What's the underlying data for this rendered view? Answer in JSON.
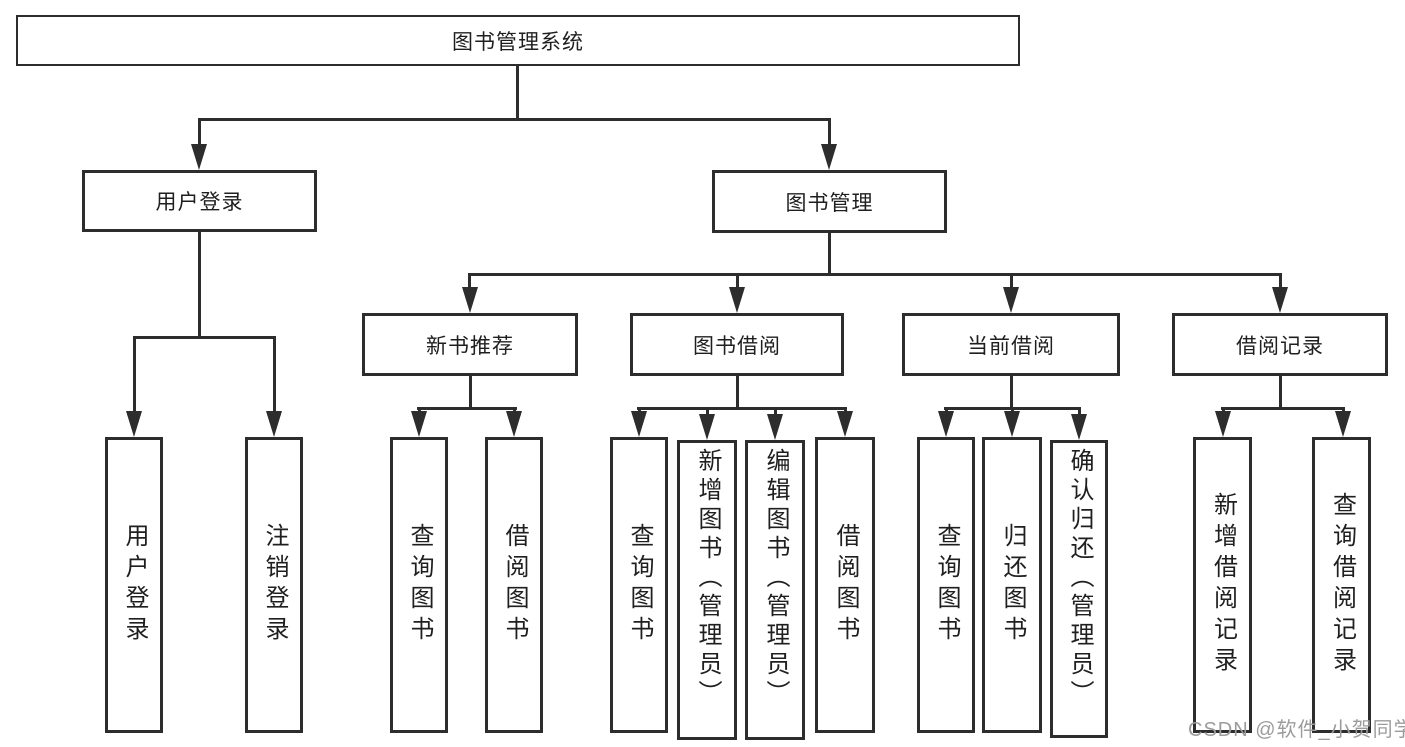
{
  "tree": {
    "root": {
      "label": "图书管理系统",
      "children": [
        {
          "label": "用户登录",
          "children": [
            {
              "label": "用户登录"
            },
            {
              "label": "注销登录"
            }
          ]
        },
        {
          "label": "图书管理",
          "children": [
            {
              "label": "新书推荐",
              "children": [
                {
                  "label": "查询图书"
                },
                {
                  "label": "借阅图书"
                }
              ]
            },
            {
              "label": "图书借阅",
              "children": [
                {
                  "label": "查询图书"
                },
                {
                  "label": "新增图书（管理员）"
                },
                {
                  "label": "编辑图书（管理员）"
                },
                {
                  "label": "借阅图书"
                }
              ]
            },
            {
              "label": "当前借阅",
              "children": [
                {
                  "label": "查询图书"
                },
                {
                  "label": "归还图书"
                },
                {
                  "label": "确认归还（管理员）"
                }
              ]
            },
            {
              "label": "借阅记录",
              "children": [
                {
                  "label": "新增借阅记录"
                },
                {
                  "label": "查询借阅记录"
                }
              ]
            }
          ]
        }
      ]
    }
  },
  "watermark": {
    "text": "CSDN @软件_小贺同学",
    "color": "#9c9c9c"
  },
  "colors": {
    "line": "#2d2d2d",
    "box_border": "#2d2d2d",
    "box_background": "#ffffff",
    "text": "#1f1f1f",
    "page_background": "#ffffff"
  }
}
